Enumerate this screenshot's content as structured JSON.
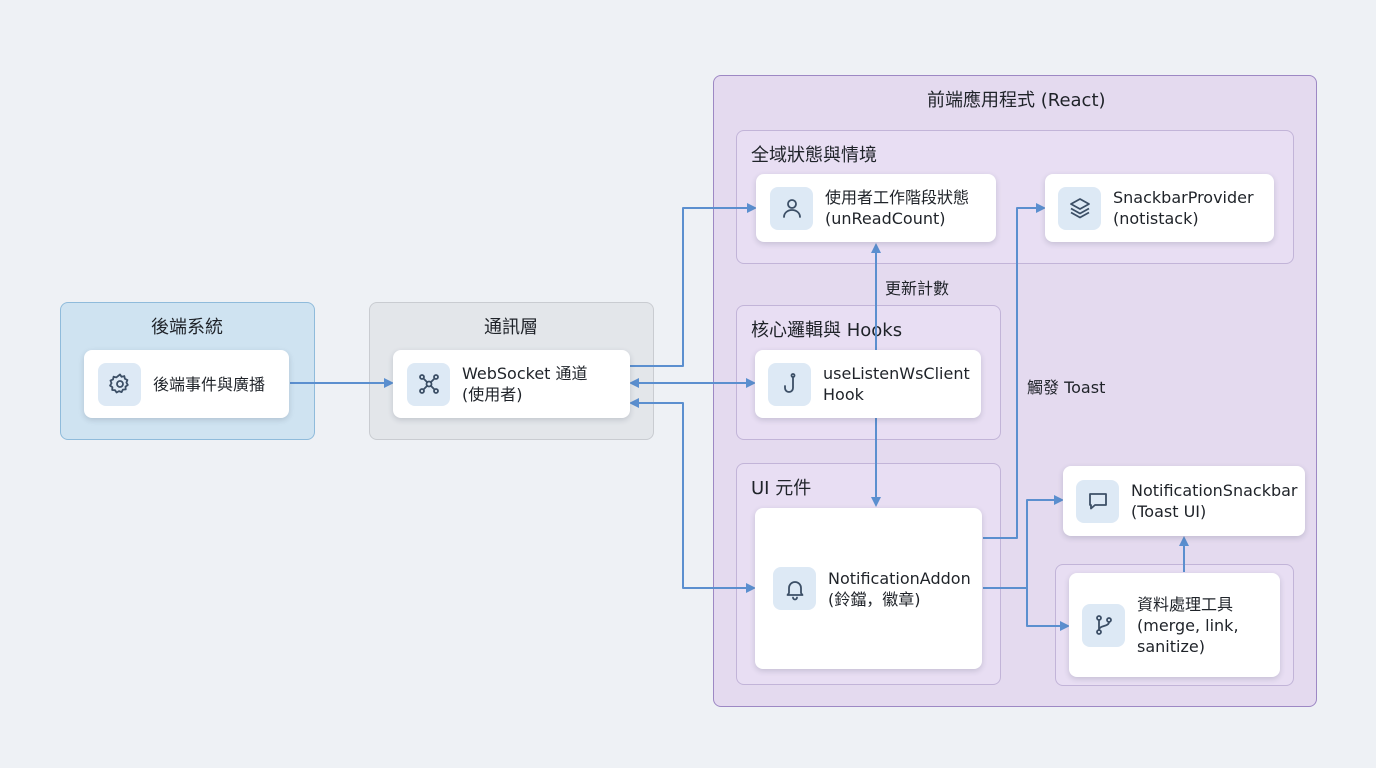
{
  "groups": {
    "backend": "後端系統",
    "comm": "通訊層",
    "frontend": "前端應用程式 (React)",
    "global_state": "全域狀態與情境",
    "core_logic": "核心邏輯與 Hooks",
    "ui_components": "UI 元件"
  },
  "nodes": {
    "backend_events": {
      "label": "後端事件與廣播",
      "icon": "gear-icon"
    },
    "websocket": {
      "label": "WebSocket 通道\n(使用者)",
      "icon": "network-hub-icon"
    },
    "user_session": {
      "label": "使用者工作階段狀態\n(unReadCount)",
      "icon": "user-icon"
    },
    "snackbar_provider": {
      "label": "SnackbarProvider\n(notistack)",
      "icon": "layers-icon"
    },
    "use_listen_ws": {
      "label": "useListenWsClient\nHook",
      "icon": "hook-icon"
    },
    "notification_addon": {
      "label": "NotificationAddon\n(鈴鐺，徽章)",
      "icon": "bell-icon"
    },
    "notification_snackbar": {
      "label": "NotificationSnackbar\n(Toast UI)",
      "icon": "message-icon"
    },
    "data_tools": {
      "label": "資料處理工具\n(merge, link,\nsanitize)",
      "icon": "branch-icon"
    }
  },
  "edge_labels": {
    "update_count": "更新計數",
    "trigger_toast": "觸發 Toast"
  },
  "colors": {
    "edge": "#5b8fcf",
    "icon_stroke": "#3c4f66",
    "icon_bg": "#dde9f5"
  }
}
